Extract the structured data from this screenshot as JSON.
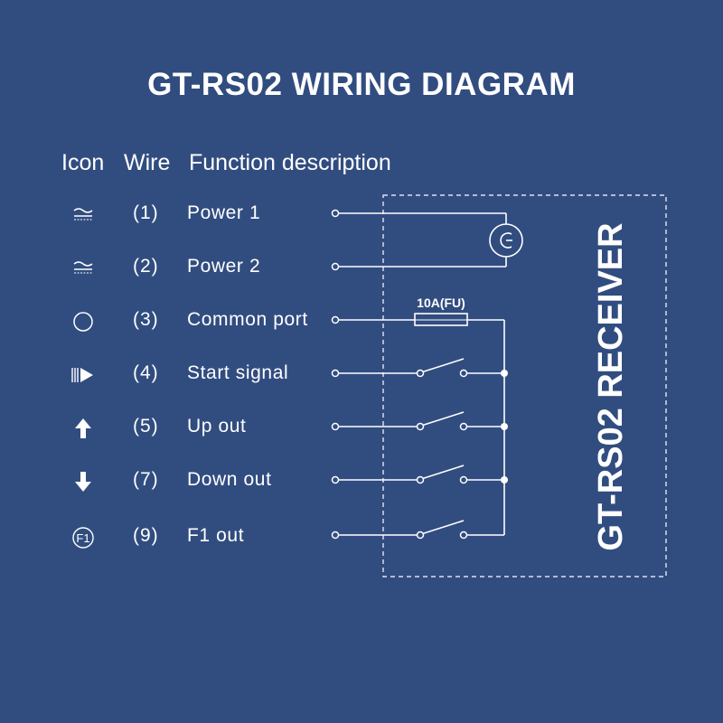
{
  "title": "GT-RS02 WIRING DIAGRAM",
  "headers": {
    "icon": "Icon",
    "wire": "Wire",
    "function": "Function description"
  },
  "rows": [
    {
      "wire": "(1)",
      "function": "Power 1",
      "icon": "ac-power-icon"
    },
    {
      "wire": "(2)",
      "function": "Power 2",
      "icon": "ac-power-icon"
    },
    {
      "wire": "(3)",
      "function": "Common port",
      "icon": "circle-icon"
    },
    {
      "wire": "(4)",
      "function": "Start signal",
      "icon": "start-signal-icon"
    },
    {
      "wire": "(5)",
      "function": "Up out",
      "icon": "arrow-up-icon"
    },
    {
      "wire": "(7)",
      "function": "Down out",
      "icon": "arrow-down-icon"
    },
    {
      "wire": "(9)",
      "function": "F1 out",
      "icon": "f1-circle-icon"
    }
  ],
  "icon_labels": {
    "f1": "F1"
  },
  "receiver_label": "GT-RS02 RECEIVER",
  "fuse_label": "10A(FU)",
  "colors": {
    "background": "#314d80",
    "foreground": "#ffffff"
  }
}
